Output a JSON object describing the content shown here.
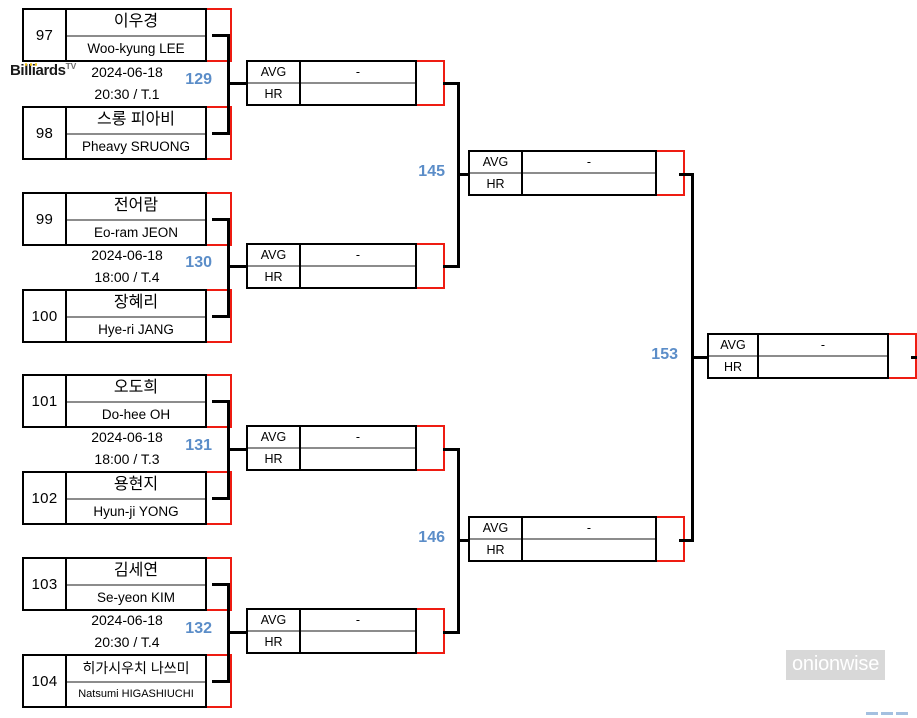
{
  "branding": {
    "logo_word": "Billiards",
    "logo_sup": "TV",
    "watermark": "onionwise"
  },
  "labels": {
    "avg": "AVG",
    "hr": "HR",
    "empty_value": "-"
  },
  "round1": {
    "matches": [
      {
        "number": "129",
        "date": "2024-06-18",
        "time": "20:30 / T.1",
        "players": [
          {
            "seed": "97",
            "name_kr": "이우경",
            "name_en": "Woo-kyung LEE",
            "score": ""
          },
          {
            "seed": "98",
            "name_kr": "스롱 피아비",
            "name_en": "Pheavy SRUONG",
            "score": ""
          }
        ]
      },
      {
        "number": "130",
        "date": "2024-06-18",
        "time": "18:00 / T.4",
        "players": [
          {
            "seed": "99",
            "name_kr": "전어람",
            "name_en": "Eo-ram JEON",
            "score": ""
          },
          {
            "seed": "100",
            "name_kr": "장혜리",
            "name_en": "Hye-ri JANG",
            "score": ""
          }
        ]
      },
      {
        "number": "131",
        "date": "2024-06-18",
        "time": "18:00 / T.3",
        "players": [
          {
            "seed": "101",
            "name_kr": "오도희",
            "name_en": "Do-hee OH",
            "score": ""
          },
          {
            "seed": "102",
            "name_kr": "용현지",
            "name_en": "Hyun-ji YONG",
            "score": ""
          }
        ]
      },
      {
        "number": "132",
        "date": "2024-06-18",
        "time": "20:30 / T.4",
        "players": [
          {
            "seed": "103",
            "name_kr": "김세연",
            "name_en": "Se-yeon KIM",
            "score": ""
          },
          {
            "seed": "104",
            "name_kr": "히가시우치 나쓰미",
            "name_en": "Natsumi HIGASHIUCHI",
            "score": ""
          }
        ]
      }
    ]
  },
  "round2": {
    "matches": [
      {
        "number": "145",
        "avg": "-",
        "hr": "",
        "score": ""
      },
      {
        "number": "146",
        "avg": "-",
        "hr": "",
        "score": ""
      }
    ]
  },
  "round3": {
    "matches": [
      {
        "number": "153",
        "avg": "-",
        "hr": "",
        "score": ""
      }
    ]
  },
  "round1_results": [
    {
      "avg": "-",
      "hr": "",
      "score": ""
    },
    {
      "avg": "-",
      "hr": "",
      "score": ""
    },
    {
      "avg": "-",
      "hr": "",
      "score": ""
    },
    {
      "avg": "-",
      "hr": "",
      "score": ""
    }
  ],
  "colors": {
    "score_border": "#ee1c12",
    "match_number": "#5b8dc8",
    "divider": "#8c8c8c",
    "box_border": "#000000"
  }
}
